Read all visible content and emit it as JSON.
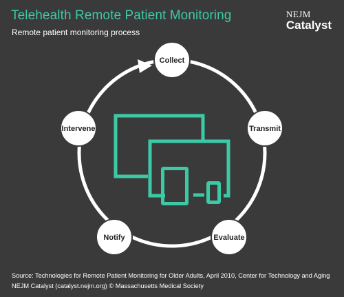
{
  "header": {
    "title": "Telehealth Remote Patient Monitoring",
    "subtitle": "Remote patient monitoring process"
  },
  "logo": {
    "line1": "NEJM",
    "line2": "Catalyst"
  },
  "diagram": {
    "steps": [
      "Collect",
      "Transmit",
      "Evaluate",
      "Notify",
      "Intervene"
    ],
    "center_icon": "devices-icon",
    "colors": {
      "accent": "#3cc9a6",
      "background": "#3a3a3a",
      "ring": "#ffffff",
      "node_fill": "#ffffff",
      "node_text": "#222222"
    }
  },
  "footer": {
    "source": "Source: Technologies for Remote Patient Monitoring for Older Adults, April 2010, Center for Technology and Aging",
    "credit": "NEJM Catalyst (catalyst.nejm.org) © Massachusetts Medical Society"
  }
}
